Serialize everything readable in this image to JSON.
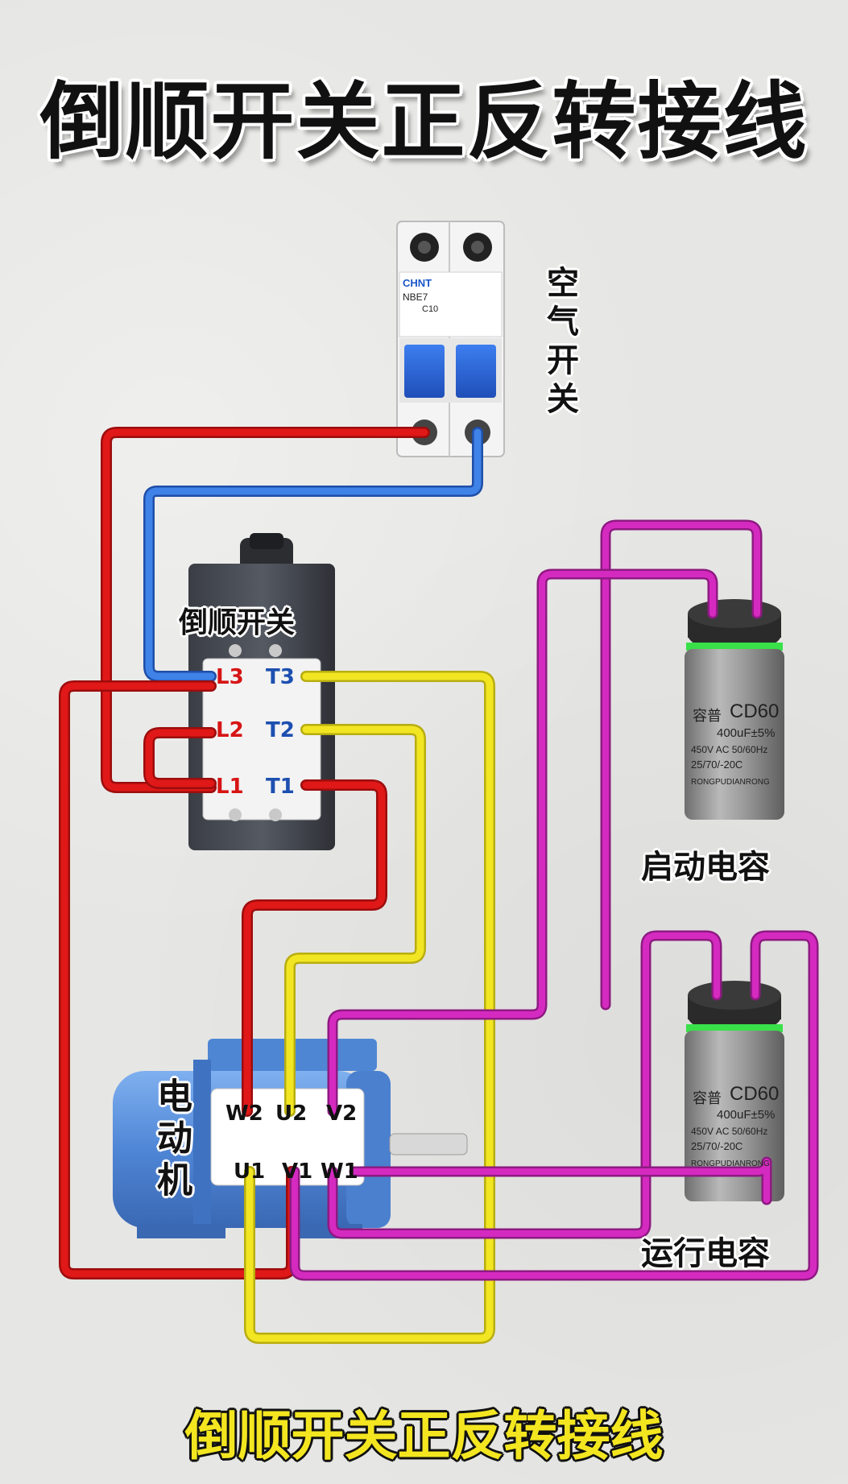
{
  "title": "倒顺开关正反转接线",
  "footer_title": "倒顺开关正反转接线",
  "breaker": {
    "label": "空气开关",
    "brand": "CHNT",
    "model": "NBE7",
    "rating": "C10"
  },
  "reversing_switch": {
    "label": "倒顺开关",
    "terminals": {
      "L3": "L3",
      "T3": "T3",
      "L2": "L2",
      "T2": "T2",
      "L1": "L1",
      "T1": "T1"
    }
  },
  "motor": {
    "label": "电动机",
    "terminals": {
      "W2": "W2",
      "U2": "U2",
      "V2": "V2",
      "U1": "U1",
      "V1": "V1",
      "W1": "W1"
    }
  },
  "start_capacitor": {
    "label": "启动电容",
    "brand_cn": "容普",
    "model": "CD60",
    "capacitance": "400uF±5%",
    "voltage": "450V AC  50/60Hz",
    "class": "25/70/-20C",
    "brand_en": "RONGPUDIANRONG"
  },
  "run_capacitor": {
    "label": "运行电容",
    "brand_cn": "容普",
    "model": "CD60",
    "capacitance": "400uF±5%",
    "voltage": "450V AC  50/60Hz",
    "class": "25/70/-20C",
    "brand_en": "RONGPUDIANRONG"
  },
  "colors": {
    "wire_red": "#e01818",
    "wire_blue": "#2f6fd6",
    "wire_yellow": "#f2e623",
    "wire_magenta": "#d52ac0",
    "motor_blue": "#5a8fd8",
    "breaker_handle": "#2c67d8"
  }
}
